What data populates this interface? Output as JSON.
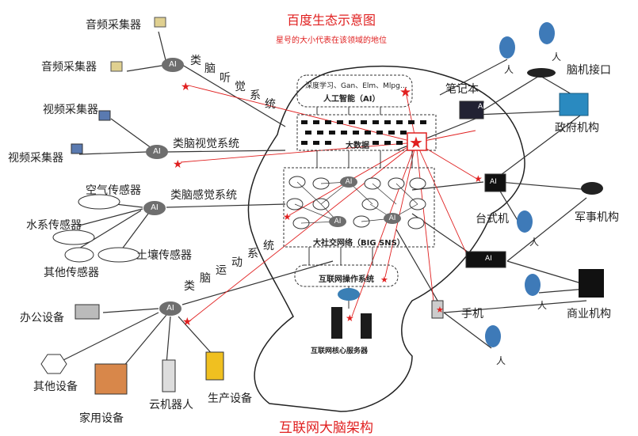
{
  "title": "百度生态示意图",
  "subtitle": "星号的大小代表在该领域的地位",
  "bottom_title": "互联网大脑架构",
  "systems": {
    "auditory": [
      "类",
      "脑",
      "听",
      "觉",
      "系",
      "统"
    ],
    "visual": "类脑视觉系统",
    "sensory": "类脑感觉系统",
    "motor": [
      "类",
      "脑",
      "运",
      "动",
      "系",
      "统"
    ]
  },
  "left_devices": {
    "audio1": "音频采集器",
    "audio2": "音频采集器",
    "video1": "视频采集器",
    "video2": "视频采集器",
    "air": "空气传感器",
    "water": "水系传感器",
    "soil": "土壤传感器",
    "other_sensor": "其他传感器",
    "office": "办公设备",
    "other_device": "其他设备",
    "home": "家用设备",
    "robot": "云机器人",
    "production": "生产设备"
  },
  "right_entities": {
    "notebook": "笔记本",
    "bci": "脑机接口",
    "gov": "政府机构",
    "desktop": "台式机",
    "military": "军事机构",
    "phone": "手机",
    "business": "商业机构",
    "person": "人"
  },
  "center": {
    "ai_box_line1": "深度学习、Gan、Elm、Mlpg…",
    "ai_box_line2": "人工智能（AI）",
    "bigdata": "大数据",
    "sns": "大社交网络（BIG SNS）",
    "os": "互联网操作系统",
    "server": "互联网核心服务器"
  },
  "ai_label": "AI",
  "colors": {
    "accent": "#e02020",
    "node": "#6e6e6e",
    "line": "#333333"
  }
}
